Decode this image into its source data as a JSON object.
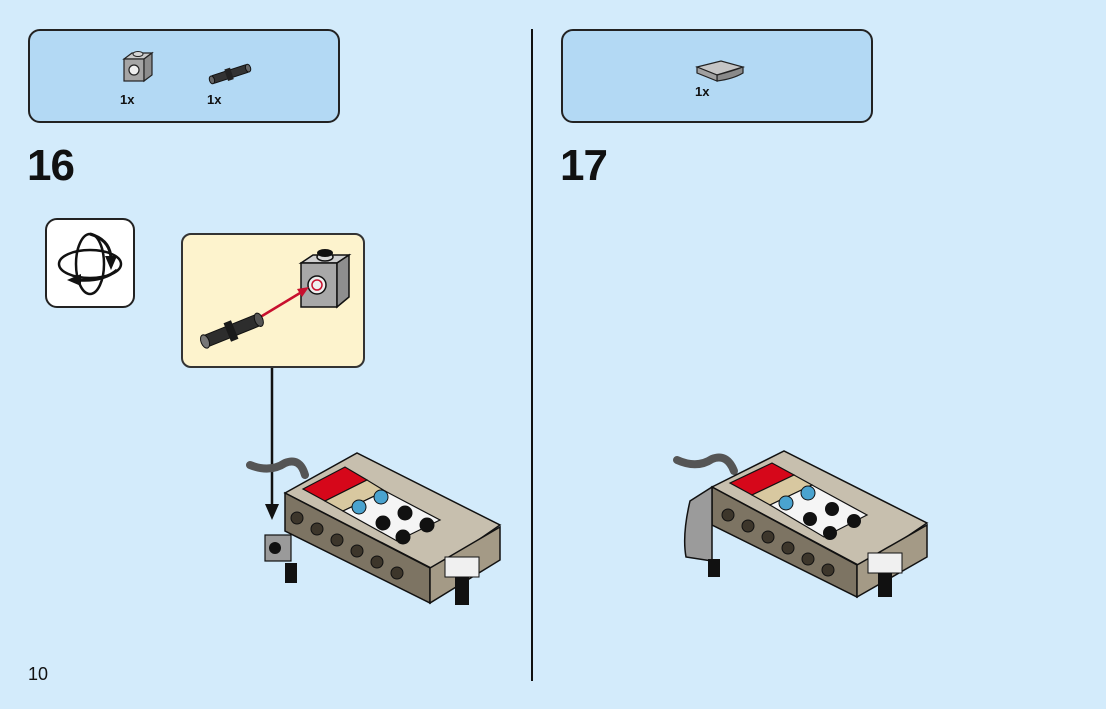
{
  "step16": {
    "number": "16",
    "parts": [
      {
        "qty": "1x",
        "icon": "technic-brick-1x1-icon"
      },
      {
        "qty": "1x",
        "icon": "technic-pin-icon"
      }
    ]
  },
  "step17": {
    "number": "17",
    "parts": [
      {
        "qty": "1x",
        "icon": "curved-slope-icon"
      }
    ]
  },
  "page_number": "10",
  "colors": {
    "background": "#d3ebfb",
    "parts_box": "#b3d9f4",
    "callout": "#fdf3cd",
    "arrow_red": "#c8102e"
  }
}
